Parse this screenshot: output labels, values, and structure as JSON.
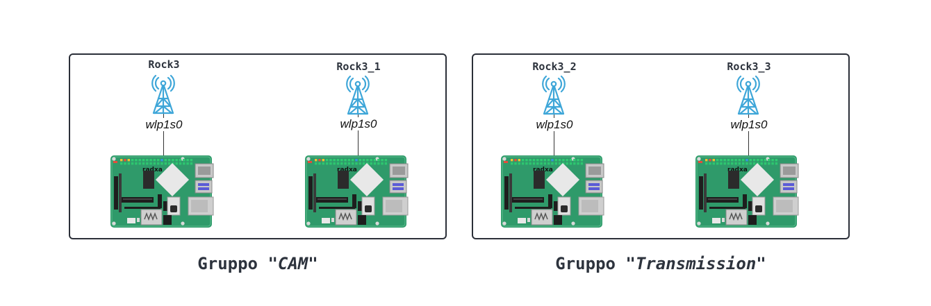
{
  "groups": [
    {
      "label_prefix": "Gruppo ",
      "label_name": "\"CAM\"",
      "nodes": [
        {
          "name": "Rock3",
          "interface": "wlp1s0"
        },
        {
          "name": "Rock3_1",
          "interface": "wlp1s0"
        }
      ]
    },
    {
      "label_prefix": "Gruppo ",
      "label_name": "\"Transmission\"",
      "nodes": [
        {
          "name": "Rock3_2",
          "interface": "wlp1s0"
        },
        {
          "name": "Rock3_3",
          "interface": "wlp1s0"
        }
      ]
    }
  ],
  "board_brand": "radxa",
  "colors": {
    "border": "#2b2f38",
    "antenna": "#3ea6d8",
    "pcb": "#2f9a6a",
    "text": "#2d333d"
  },
  "icons": [
    "antenna-tower-icon",
    "single-board-computer-icon"
  ]
}
